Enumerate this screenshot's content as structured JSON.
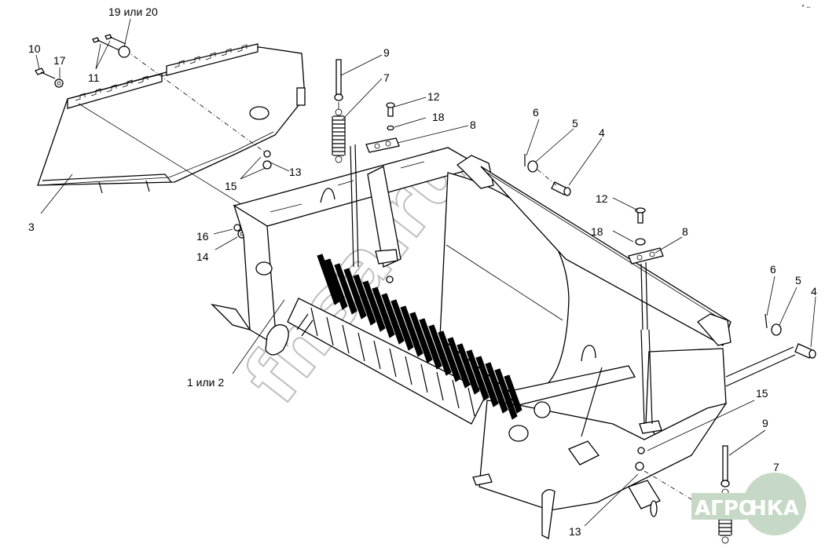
{
  "watermark": "fnsa.ru",
  "logo": {
    "left": "АГРО",
    "right": "НКА",
    "color": "#c5d9c6",
    "circle_color": "#c5d9c6"
  },
  "corner_mark": "° ┄",
  "callouts": {
    "c19_20": "19 или 20",
    "c10": "10",
    "c17": "17",
    "c11": "11",
    "c3": "3",
    "c9a": "9",
    "c7a": "7",
    "c12a": "12",
    "c18a": "18",
    "c8a": "8",
    "c13a": "13",
    "c15a": "15",
    "c16": "16",
    "c14": "14",
    "c1_2": "1 или 2",
    "c6a": "6",
    "c5a": "5",
    "c4a": "4",
    "c12b": "12",
    "c18b": "18",
    "c8b": "8",
    "c6b": "6",
    "c5b": "5",
    "c4b": "4",
    "c15b": "15",
    "c9b": "9",
    "c7b": "7",
    "c13b": "13"
  }
}
